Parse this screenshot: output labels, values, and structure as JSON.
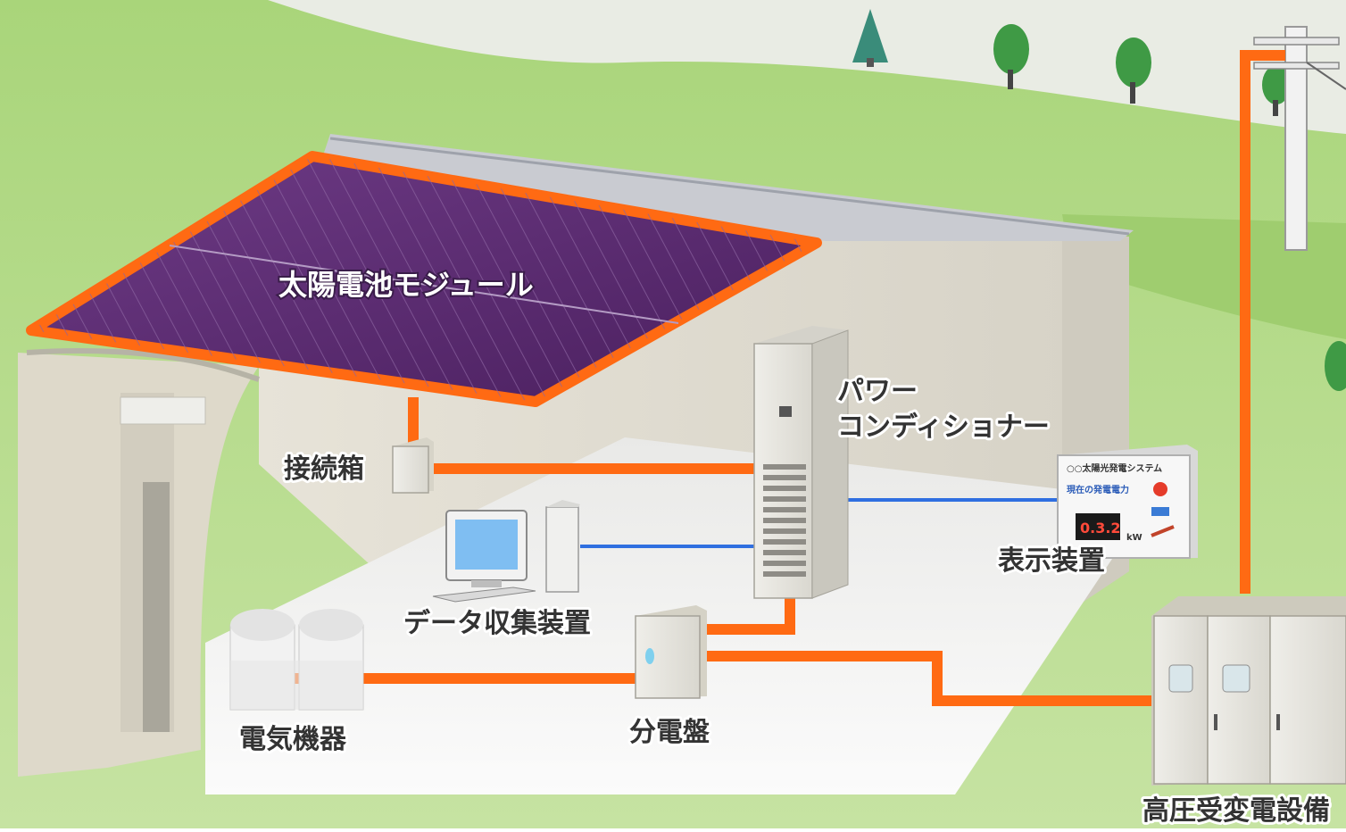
{
  "labels": {
    "solar_module": "太陽電池モジュール",
    "power_conditioner_line1": "パワー",
    "power_conditioner_line2": "コンディショナー",
    "junction_box": "接続箱",
    "data_collector": "データ収集装置",
    "display_unit": "表示装置",
    "distribution_board": "分電盤",
    "electric_equipment": "電気機器",
    "hv_substation": "高圧受変電設備"
  },
  "display_panel": {
    "title": "○○太陽光発電システム",
    "sub": "現在の発電電力",
    "value": "0.3.2",
    "unit": "kW"
  },
  "colors": {
    "power_line": "#ff6a13",
    "signal_line": "#2f6fe0",
    "panel": "#5a2a6e",
    "grass": "#b8dc8c"
  },
  "icons": {
    "pole": "utility-pole-icon",
    "tree": "tree-icon",
    "monitor": "monitor-icon"
  }
}
